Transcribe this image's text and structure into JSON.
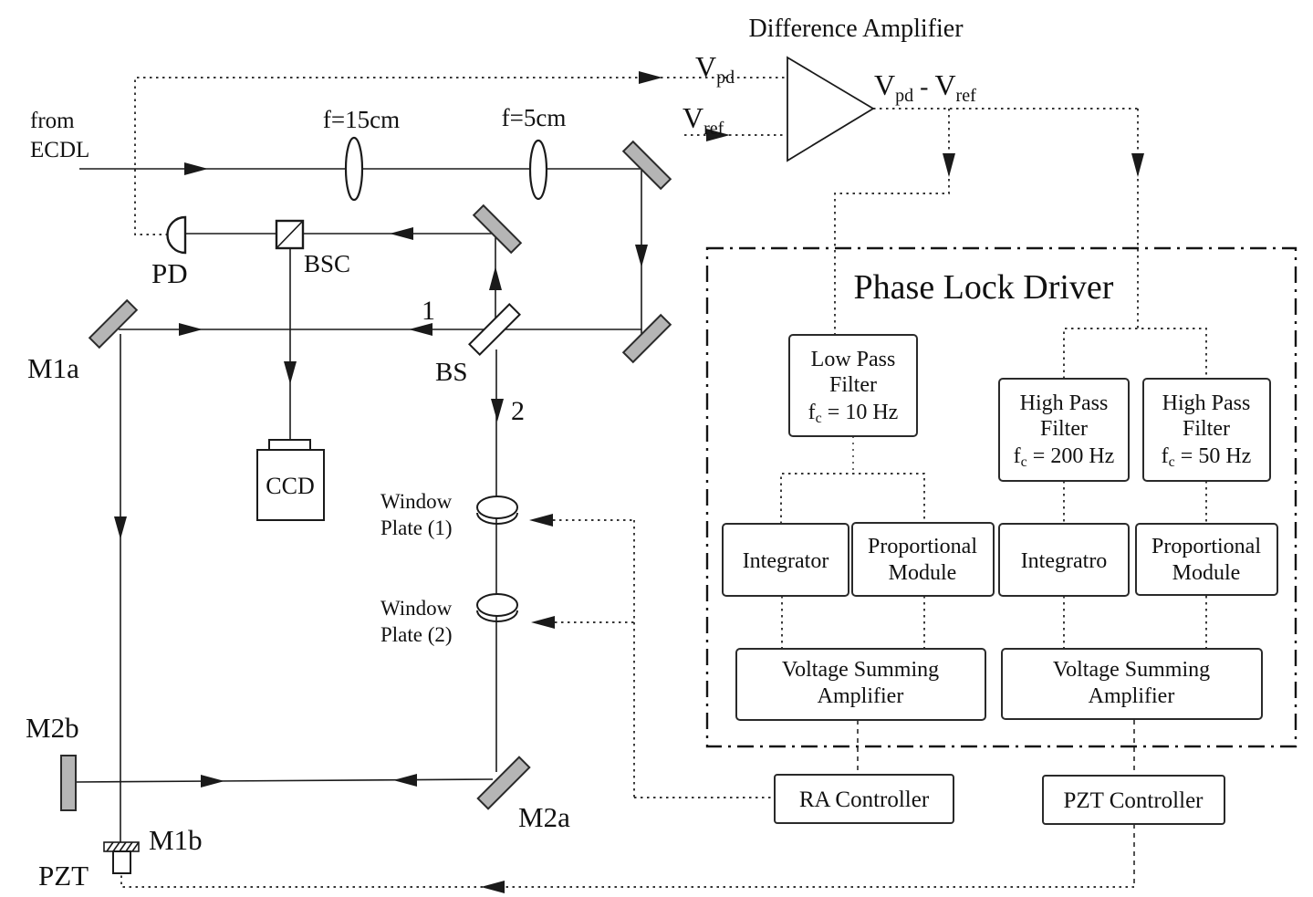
{
  "colors": {
    "mirror_fill": "#b5b5b5",
    "line": "#1a1a1a"
  },
  "optical": {
    "source_line1": "from",
    "source_line2": "ECDL",
    "lens1_label": "f=15cm",
    "lens2_label": "f=5cm",
    "pd_label": "PD",
    "bsc_label": "BSC",
    "bs_label": "BS",
    "beam1_label": "1",
    "beam2_label": "2",
    "ccd_label": "CCD",
    "m1a_label": "M1a",
    "m2a_label": "M2a",
    "m2b_label": "M2b",
    "m1b_label": "M1b",
    "pzt_label": "PZT",
    "window1_line1": "Window",
    "window1_line2": "Plate (1)",
    "window2_line1": "Window",
    "window2_line2": "Plate (2)"
  },
  "amplifier": {
    "title": "Difference Amplifier",
    "vpd_main": "V",
    "vpd_sub": "pd",
    "vref_main": "V",
    "vref_sub": "ref",
    "out_v1": "V",
    "out_s1": "pd",
    "out_mid": " - ",
    "out_v2": "V",
    "out_s2": "ref"
  },
  "pld": {
    "title": "Phase Lock Driver",
    "lpf_line1": "Low Pass",
    "lpf_line2": "Filter",
    "lpf_f": "f",
    "lpf_fsub": "c",
    "lpf_frest": " = 10 Hz",
    "hpf200_line1": "High Pass",
    "hpf200_line2": "Filter",
    "hpf200_f": "f",
    "hpf200_fsub": "c",
    "hpf200_frest": " = 200 Hz",
    "hpf50_line1": "High Pass",
    "hpf50_line2": "Filter",
    "hpf50_f": "f",
    "hpf50_fsub": "c",
    "hpf50_frest": " = 50 Hz",
    "integrator1": "Integrator",
    "prop1_line1": "Proportional",
    "prop1_line2": "Module",
    "integrator2": "Integratro",
    "prop2_line1": "Proportional",
    "prop2_line2": "Module",
    "vsa1_line1": "Voltage Summing",
    "vsa1_line2": "Amplifier",
    "vsa2_line1": "Voltage Summing",
    "vsa2_line2": "Amplifier"
  },
  "controllers": {
    "ra_label": "RA Controller",
    "pzt_label": "PZT Controller"
  }
}
